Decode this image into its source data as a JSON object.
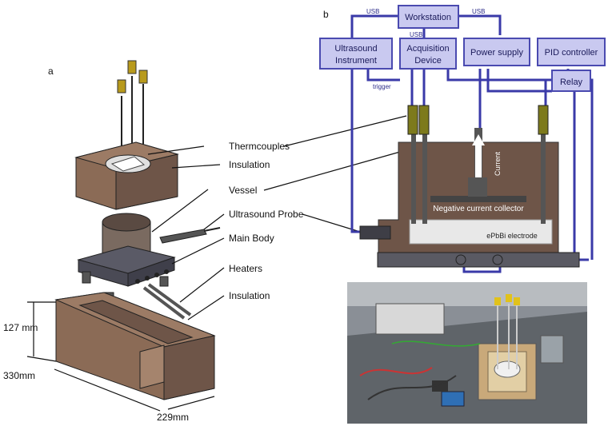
{
  "panel_a": {
    "letter": "a",
    "labels": {
      "thermocouples": "Thermcouples",
      "insulation_top": "Insulation",
      "vessel": "Vessel",
      "probe": "Ultrasound Probe",
      "main_body": "Main Body",
      "heaters": "Heaters",
      "insulation_bottom": "Insulation"
    },
    "dims": {
      "height": "127 mm",
      "depth": "330mm",
      "width": "229mm"
    }
  },
  "panel_b": {
    "letter": "b",
    "boxes": {
      "workstation": "Workstation",
      "ultrasound_1": "Ultrasound",
      "ultrasound_2": "Instrument",
      "acq_1": "Acquisition",
      "acq_2": "Device",
      "power": "Power supply",
      "pid": "PID controller",
      "relay": "Relay"
    },
    "wires": {
      "usb_left": "USB",
      "usb_right": "USB",
      "usb_mid": "USB",
      "trigger": "trigger"
    },
    "cell": {
      "current": "Current",
      "collector": "Negative current collector",
      "electrode": "ePbBi electrode"
    }
  },
  "colors": {
    "box_fill": "#c9c9f0",
    "wire": "#3a3aa8",
    "vessel_brown": "#6e5548",
    "solid_brown": "#8b6b56",
    "olive": "#7d7a1c"
  }
}
